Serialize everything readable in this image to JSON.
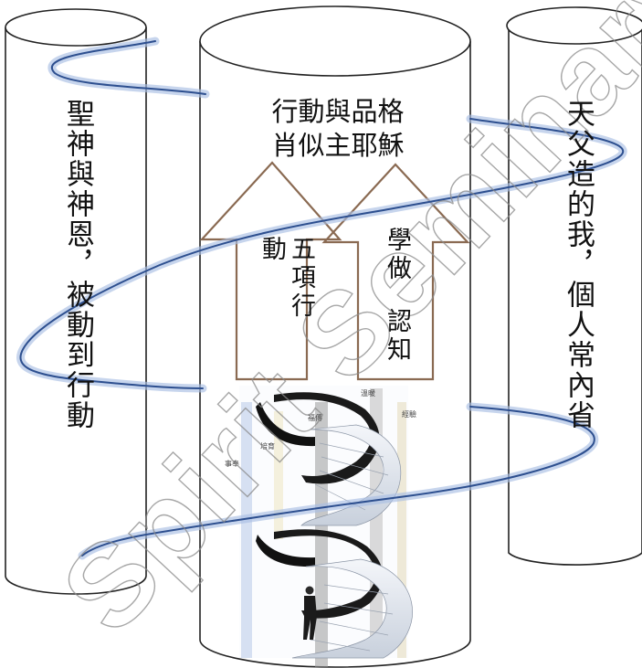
{
  "left_pillar": {
    "text": "聖神與神恩，被動到行動"
  },
  "right_pillar": {
    "text": "天父造的我，個人常內省"
  },
  "center_pillar": {
    "title_line1": "行動與品格",
    "title_line2": "肖似主耶穌"
  },
  "left_arrow": {
    "text": "五項行動"
  },
  "right_arrow": {
    "top_text": "學做",
    "bottom_text": "認知"
  },
  "stair_labels": [
    "溫暖",
    "福傳",
    "經驗",
    "培育",
    "事奉"
  ],
  "watermark": "Spirit Seminary",
  "colors": {
    "ribbon": "#2d4f8f",
    "ribbon_glow": "#a9bfe3",
    "arrow": "#8a6a52",
    "outline": "#222222"
  }
}
